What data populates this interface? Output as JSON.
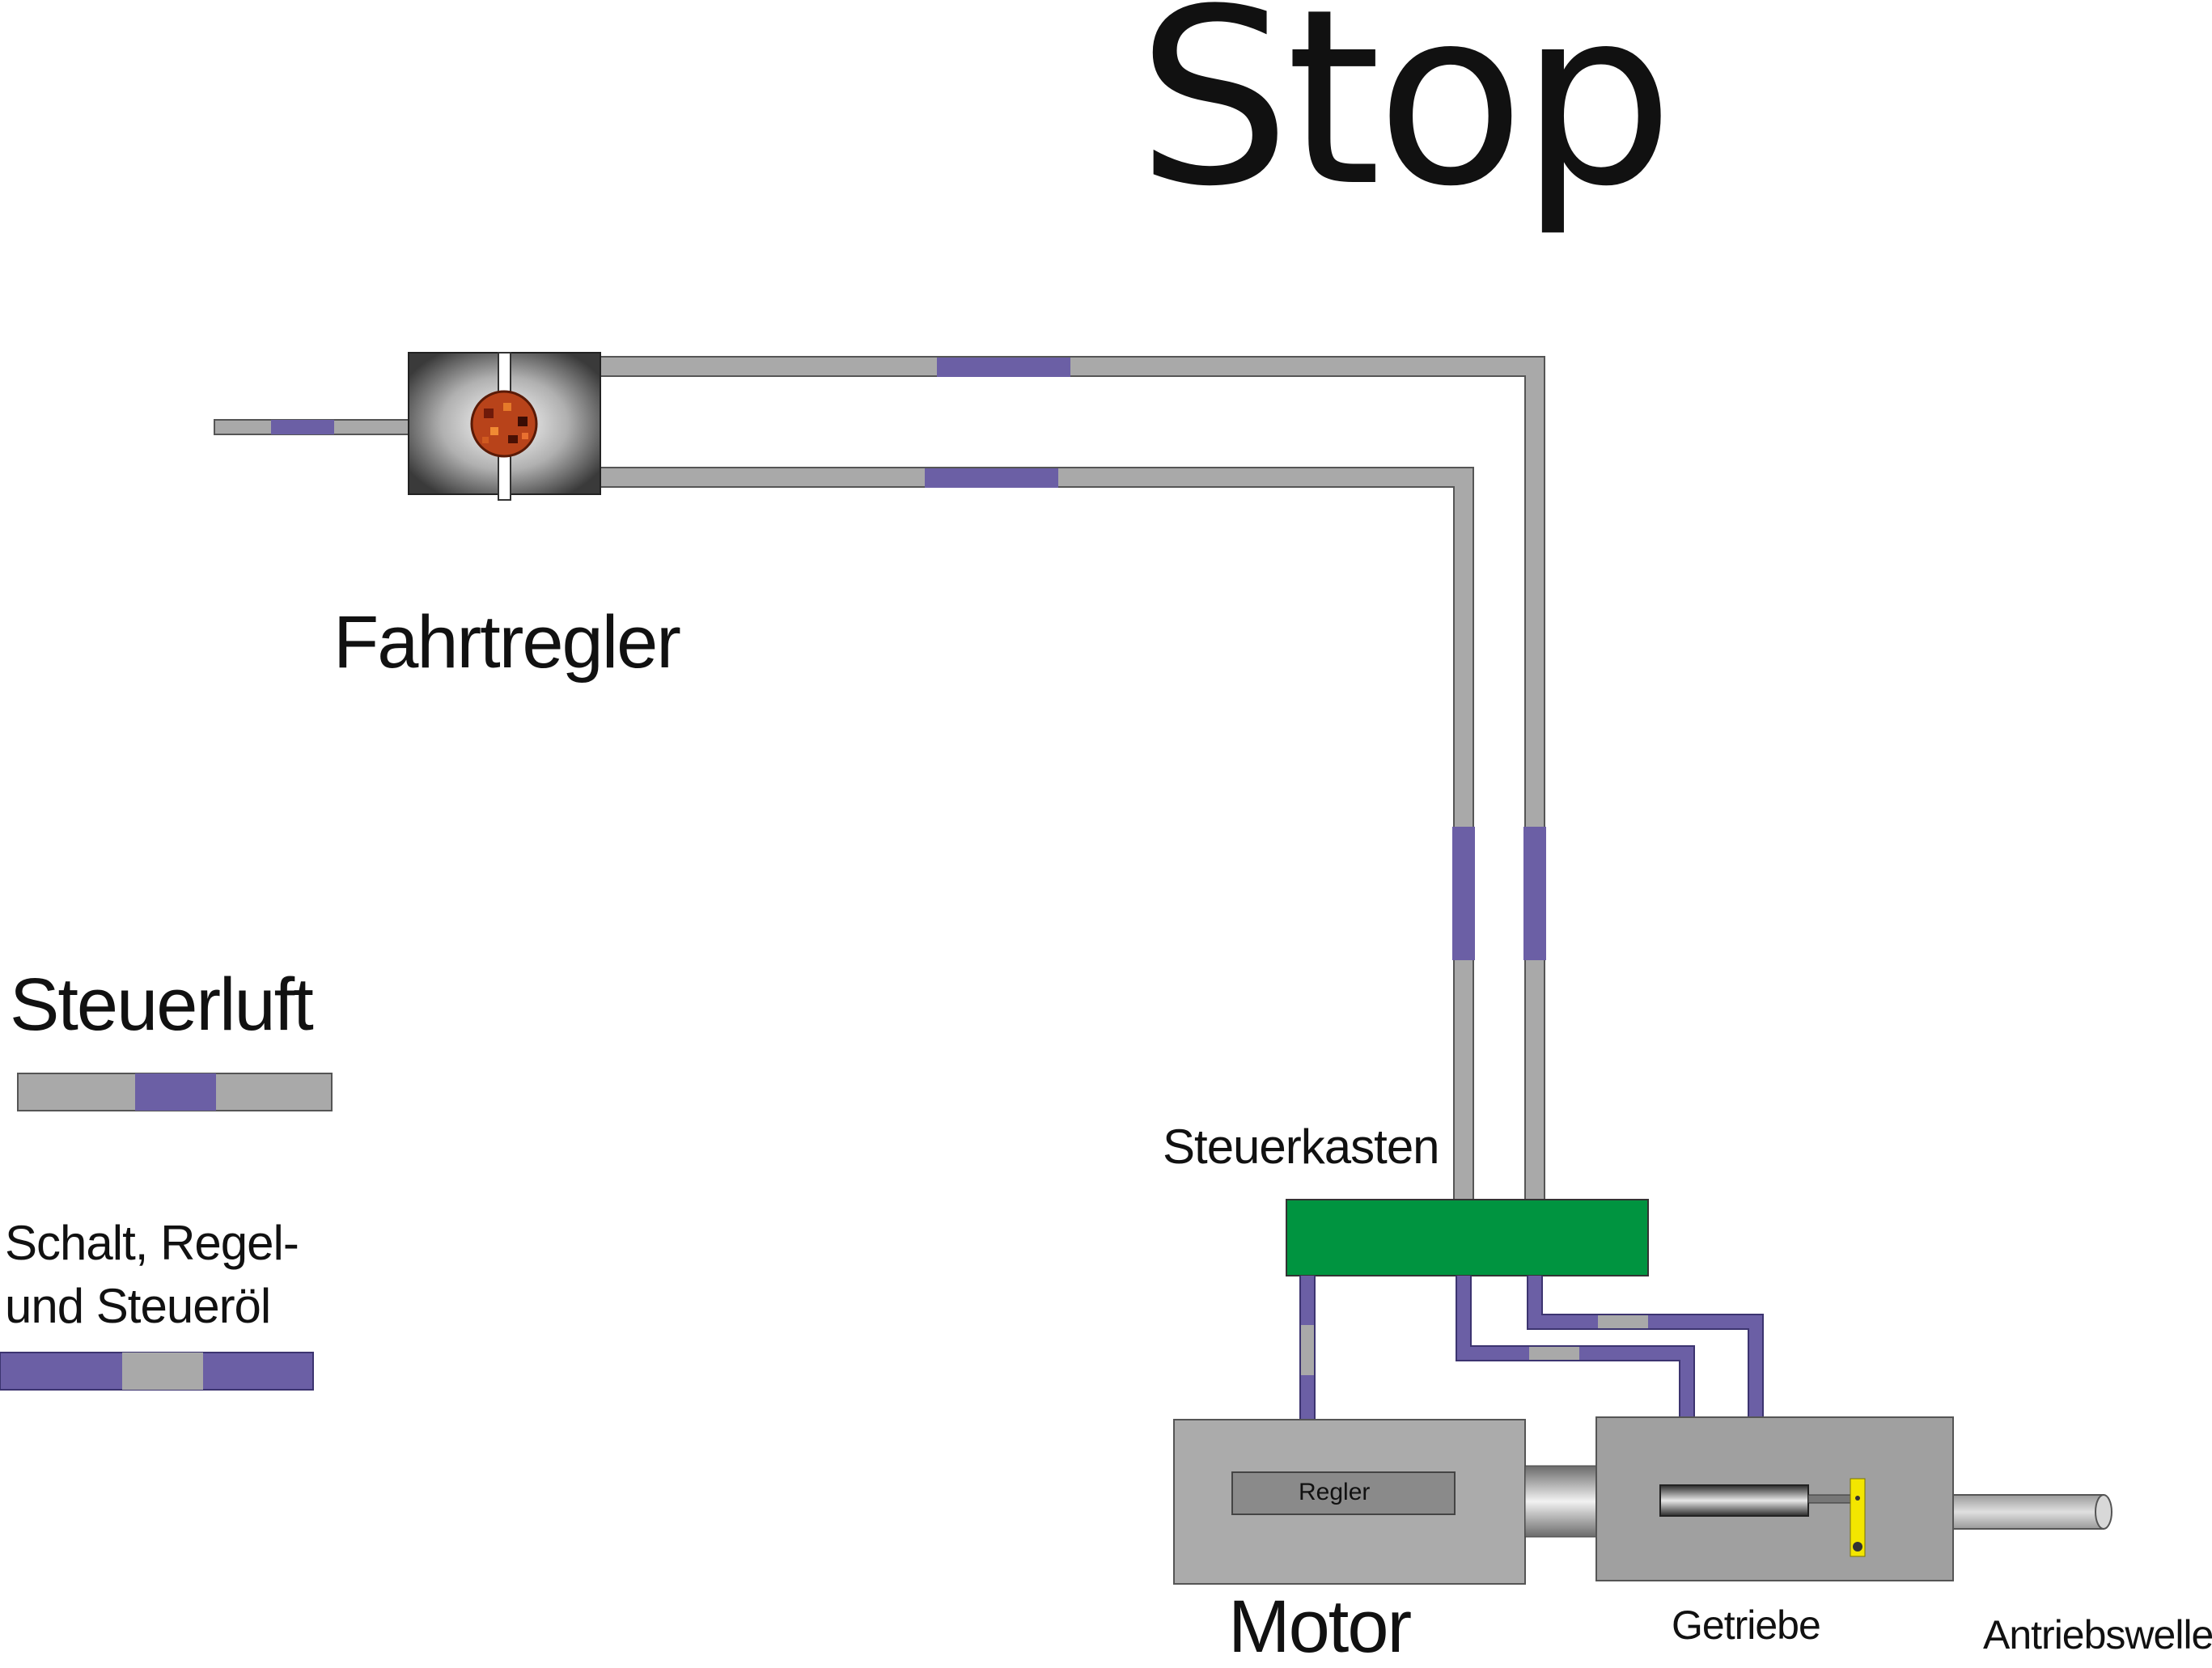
{
  "title": "Stop",
  "labels": {
    "fahrtregler": "Fahrtregler",
    "steuerkasten": "Steuerkasten",
    "motor": "Motor",
    "regler": "Regler",
    "getriebe": "Getriebe",
    "antriebswelle": "Antriebswelle"
  },
  "legend": {
    "steuerluft": "Steuerluft",
    "oel_line1": "Schalt, Regel-",
    "oel_line2": "und Steueröl"
  },
  "colors": {
    "air": "#a9a9a9",
    "oil": "#6b5fa5",
    "steuerkasten": "#009440",
    "housing": "#a0a0a0",
    "lever": "#f3e600"
  }
}
